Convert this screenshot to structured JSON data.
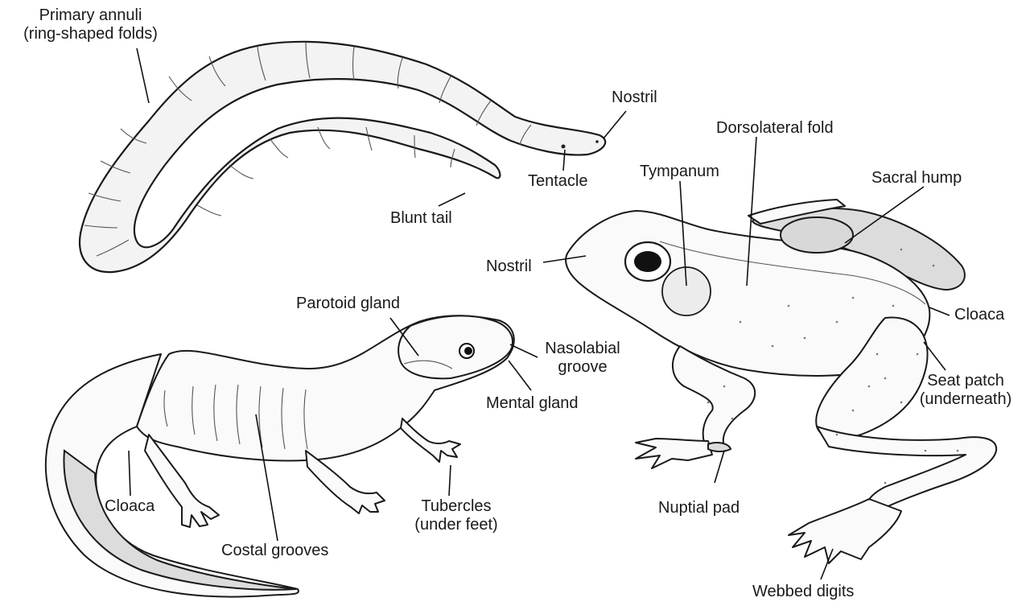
{
  "caecilian": {
    "annuli_label_line1": "Primary annuli",
    "annuli_label_line2": "(ring-shaped folds)",
    "nostril_label": "Nostril",
    "tentacle_label": "Tentacle",
    "tail_label": "Blunt tail"
  },
  "salamander": {
    "parotoid_label": "Parotoid gland",
    "nasolabial_label_line1": "Nasolabial",
    "nasolabial_label_line2": "groove",
    "mental_label": "Mental gland",
    "cloaca_label": "Cloaca",
    "costal_label": "Costal grooves",
    "tubercles_label_line1": "Tubercles",
    "tubercles_label_line2": "(under feet)"
  },
  "frog": {
    "dorsolateral_label": "Dorsolateral fold",
    "tympanum_label": "Tympanum",
    "sacral_label": "Sacral hump",
    "nostril_label": "Nostril",
    "cloaca_label": "Cloaca",
    "seat_patch_label_line1": "Seat patch",
    "seat_patch_label_line2": "(underneath)",
    "nuptial_label": "Nuptial pad",
    "webbed_label": "Webbed digits"
  }
}
